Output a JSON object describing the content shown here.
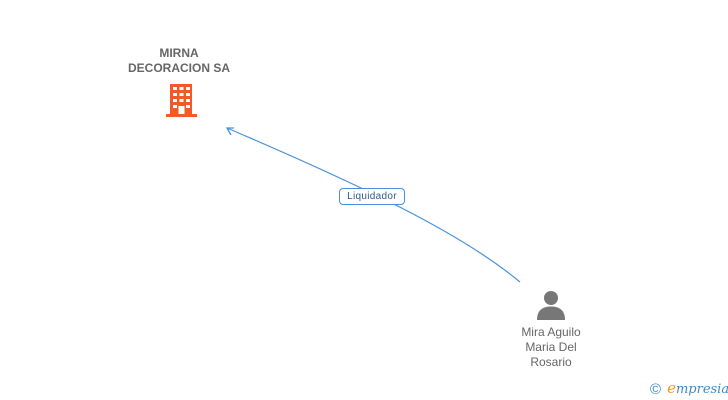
{
  "company": {
    "name": "MIRNA DECORACION SA",
    "name_lines": [
      "MIRNA",
      "DECORACION SA"
    ],
    "icon": "building-icon",
    "color": "#f05a28"
  },
  "relation": {
    "label": "Liquidador",
    "line_color": "#4a90d9"
  },
  "person": {
    "name": "Mira Aguilo Maria Del Rosario",
    "name_lines": [
      "Mira Aguilo",
      "Maria Del",
      "Rosario"
    ],
    "icon": "person-icon",
    "color": "#777777"
  },
  "footer": {
    "copyright_symbol": "©",
    "brand_initial": "e",
    "brand_rest": "mpresia",
    "brand_name": "Empresia"
  }
}
